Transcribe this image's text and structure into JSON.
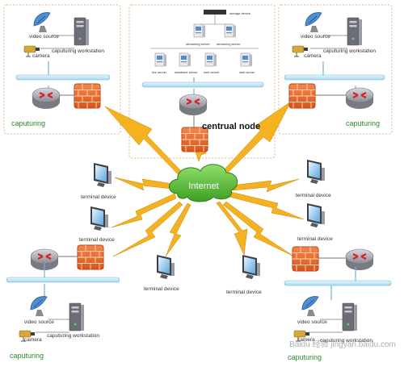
{
  "colors": {
    "box_border": "#e3b27f",
    "link": "#f4b120",
    "link_dark": "#c98606",
    "bus": "#bfe4f6",
    "bus_border": "#6fb3d5",
    "firewall": "#ee6a2a",
    "router": "#a9a9b0",
    "cloud": "#5fbf3e",
    "label_green": "#2a8a2a"
  },
  "labels": {
    "video_source": "video source",
    "camera": "camera",
    "capturing_workstation": "caputuring workstation",
    "caputuring": "caputuring",
    "central_node": "centrual node",
    "internet": "Internet",
    "terminal_device": "terminal device",
    "storage_device": "storage device",
    "streaming_server": "streaming server",
    "streaming_server_b": "streaming server",
    "live_server": "live server",
    "database_server": "database server",
    "web_server": "web server",
    "web_server_b": "web server"
  },
  "watermark": "Baidu 经验 jingyan.baidu.com"
}
